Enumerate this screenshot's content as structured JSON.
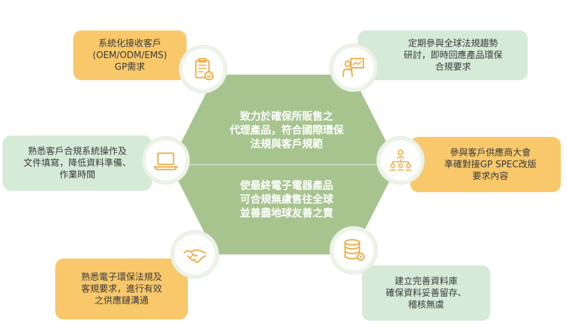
{
  "center": {
    "top_text": "致力於確保所販售之\n代理產品，符合國際環保\n法規與客戶規範",
    "bottom_text": "使最終電子電器產品\n可合規無慮售往全球\n並善盡地球友善之責"
  },
  "boxes": [
    {
      "id": "top-left",
      "text": "系統化接收客戶\n(OEM/ODM/EMS)\nGP需求",
      "color": "#f8c86a",
      "icon": "clipboard-check-icon"
    },
    {
      "id": "top-right",
      "text": "定期參與全球法規趨勢\n研討，即時回應產品環保\n合規要求",
      "color": "#d6ead8",
      "icon": "presenter-board-icon"
    },
    {
      "id": "mid-left",
      "text": "熟悉客戶合規系統操作及\n文件填寫，降低資料準備、\n作業時間",
      "color": "#d6ead8",
      "icon": "laptop-icon"
    },
    {
      "id": "mid-right",
      "text": "參與客戶供應商大會\n準確對接GP SPEC改版\n要求內容",
      "color": "#f8c86a",
      "icon": "org-chart-icon"
    },
    {
      "id": "bottom-left",
      "text": "熟悉電子環保法規及\n客規要求，進行有效\n之供應鏈溝通",
      "color": "#f8c86a",
      "icon": "handshake-icon"
    },
    {
      "id": "bottom-right",
      "text": "建立完善資料庫\n確保資料妥善留存、\n稽核無虞",
      "color": "#d6ead8",
      "icon": "database-icon"
    }
  ],
  "colors": {
    "hexagon": "#a7c48f",
    "orange": "#f8c86a",
    "green": "#d6ead8",
    "icon": "#f0a83c"
  }
}
